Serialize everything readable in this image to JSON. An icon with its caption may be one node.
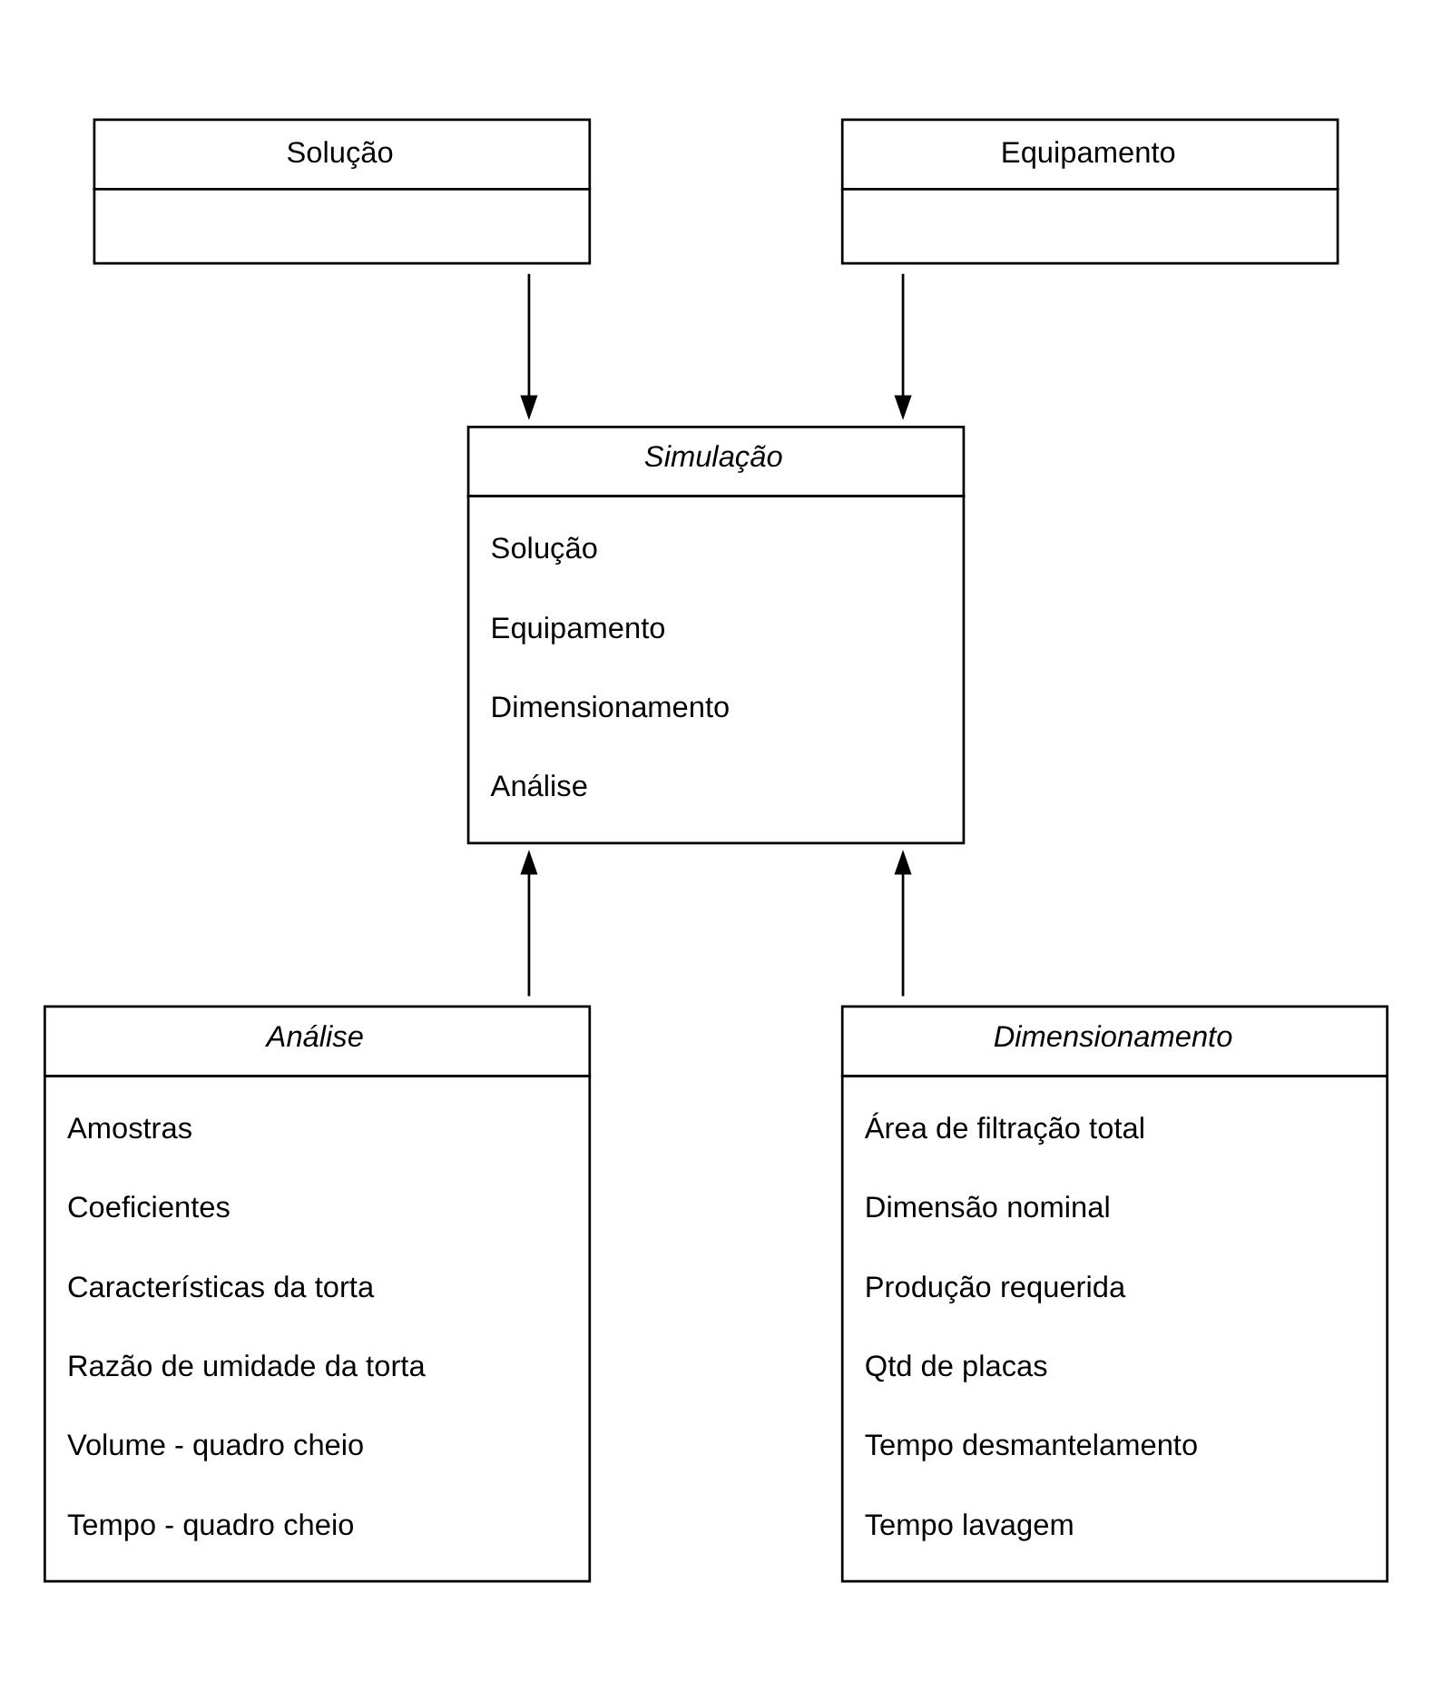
{
  "diagram": {
    "nodes": [
      {
        "text": [
          "Solução"
        ]
      },
      {
        "text": [
          "Equipamento"
        ]
      },
      {
        "text": [
          "Simulação",
          "Solução",
          "Equipamento",
          "Dimensionamento",
          "Análise"
        ]
      },
      {
        "text": [
          "Análise",
          "Amostras",
          "Coeficientes",
          "Características da torta",
          "Razão de umidade da torta",
          "Volume - quadro cheio",
          "Tempo - quadro cheio"
        ]
      },
      {
        "text": [
          "Dimensionamento",
          "Área de filtração total",
          "Dimensão nominal",
          "Produção requerida",
          "Qtd de placas",
          "Tempo desmantelamento",
          "Tempo lavagem"
        ]
      }
    ],
    "edges": [
      {
        "from": 0,
        "to": 2,
        "arrow": "to"
      },
      {
        "from": 1,
        "to": 2,
        "arrow": "to"
      },
      {
        "from": 3,
        "to": 2,
        "arrow": "to"
      },
      {
        "from": 4,
        "to": 2,
        "arrow": "to"
      }
    ]
  }
}
